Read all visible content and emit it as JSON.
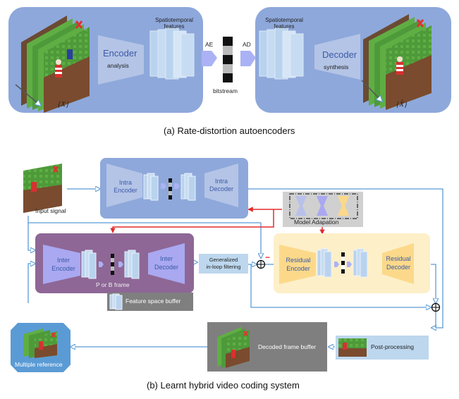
{
  "part_a": {
    "caption": "(a) Rate-distortion autoencoders",
    "encoder_title": "Encoder",
    "encoder_sub": "analysis",
    "decoder_title": "Decoder",
    "decoder_sub": "synthesis",
    "features_left": [
      "Spatiotemporal",
      "features"
    ],
    "features_right": [
      "Spatiotemporal",
      "features"
    ],
    "ae_label": "AE",
    "ad_label": "AD",
    "bitstream_label": "bitstream",
    "input_symbol": "{X}",
    "output_symbol": "{X̂}"
  },
  "part_b": {
    "caption": "(b) Learnt hybrid video coding system",
    "input_signal": "Input signal",
    "intra_encoder": [
      "Intra",
      "Encoder"
    ],
    "intra_decoder": [
      "Intra",
      "Decoder"
    ],
    "model_adaptation": "Model Adapation",
    "inter_encoder": [
      "Inter",
      "Encoder"
    ],
    "inter_decoder": [
      "Inter",
      "Decoder"
    ],
    "inter_frame_label": "P or B frame",
    "in_loop": [
      "Generalized",
      "in-loop filtering"
    ],
    "residual_encoder": [
      "Residual",
      "Encoder"
    ],
    "residual_decoder": [
      "Residual",
      "Decoder"
    ],
    "minus_sign": "−",
    "feature_buffer": "Feature space buffer",
    "decoded_buffer": "Decoded frame buffer",
    "post_processing": "Post-processing",
    "multiple_reference": "Multiple reference"
  },
  "colors": {
    "panel_blue": "#8ea8db",
    "encoder_shape": "#b4c4e6",
    "inter_panel": "#8e6796",
    "inter_shape": "#a9a8f0",
    "residual_panel": "#fdefc8",
    "residual_shape": "#fcd98a",
    "arrow_line": "#5b9bd5",
    "red_line": "#e32b2b",
    "gray_box": "#7f7f7f",
    "ref_box": "#5b9bd5"
  }
}
